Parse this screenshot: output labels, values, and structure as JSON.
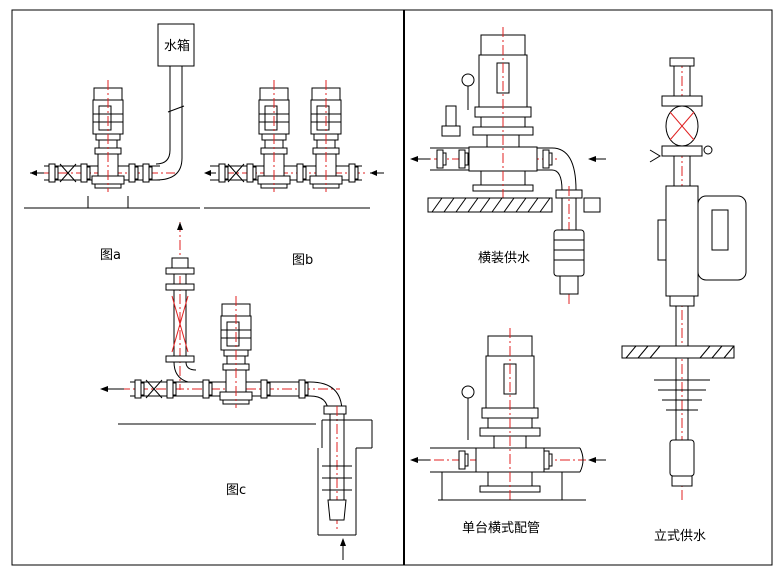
{
  "labels": {
    "tank": "水箱",
    "fig_a": "图a",
    "fig_b": "图b",
    "fig_c": "图c",
    "horizontal_supply": "横装供水",
    "single_horizontal_piping": "单台横式配管",
    "vertical_supply": "立式供水"
  },
  "colors": {
    "line": "#000000",
    "centerline": "#e02020",
    "background": "#ffffff"
  }
}
